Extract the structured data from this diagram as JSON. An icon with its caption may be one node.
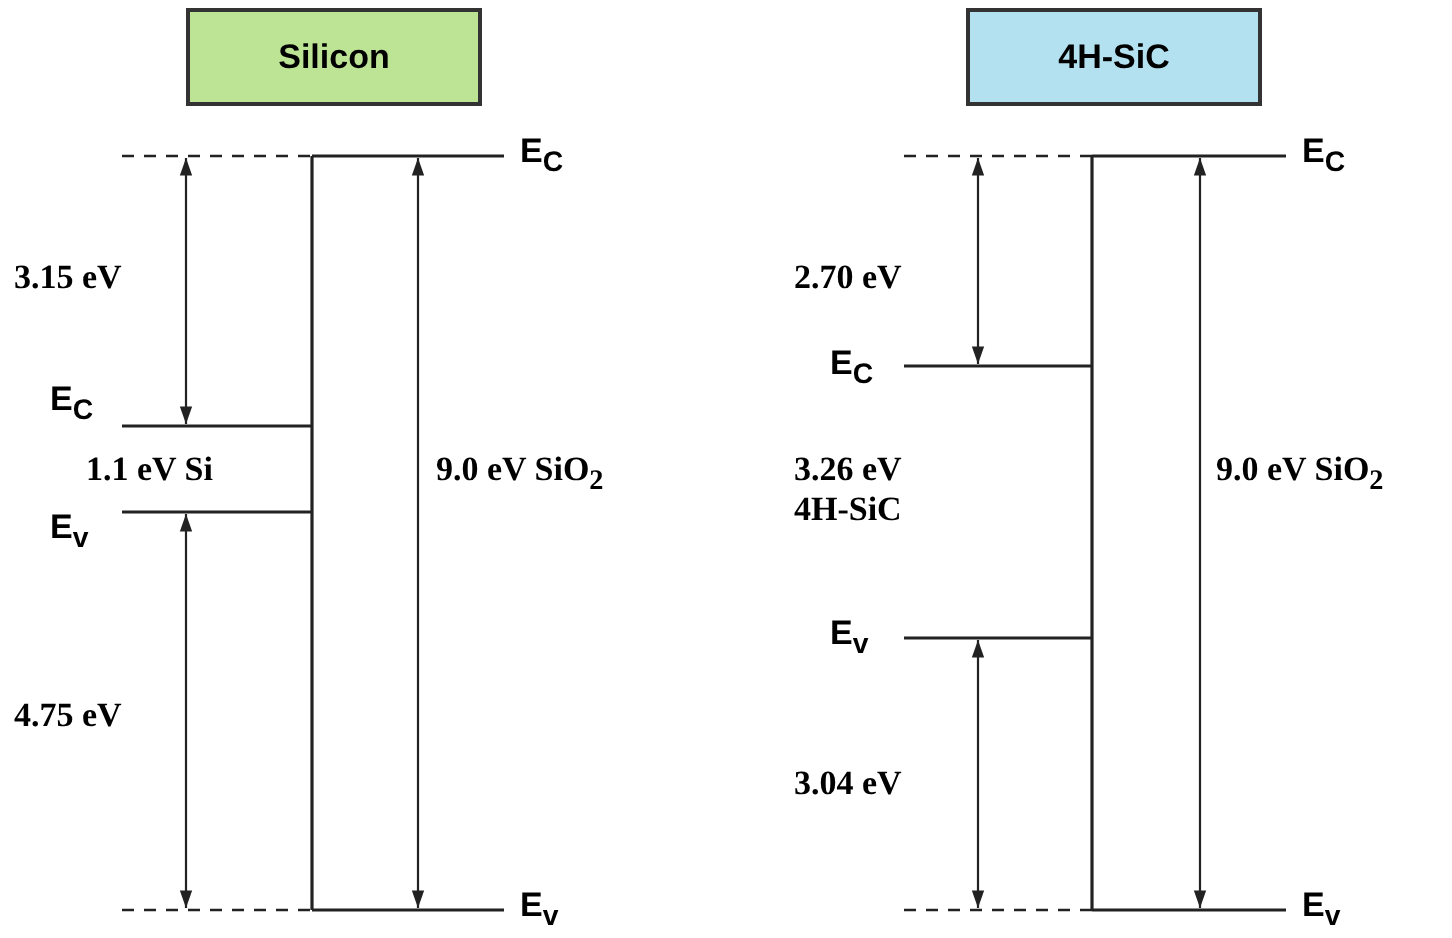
{
  "diagram": {
    "nodes": [
      {
        "text": [
          "Silicon"
        ]
      },
      {
        "text": [
          "4H-SiC"
        ]
      }
    ],
    "labels": [
      "E$_{C}$",
      "E$_{C}$",
      "3.15 eV",
      "2.70 eV",
      "E$_{C}$",
      "E$_{C}$",
      "1.1 eV Si",
      "9.0 eV SiO$_{2}$",
      "3.26 eV 4H-SiC",
      "9.0 eV SiO$_{2}$",
      "E$_{v}$",
      "E$_{v}$",
      "4.75 eV",
      "3.04 eV",
      "E$_{v}$",
      "E$_{v}$"
    ]
  }
}
